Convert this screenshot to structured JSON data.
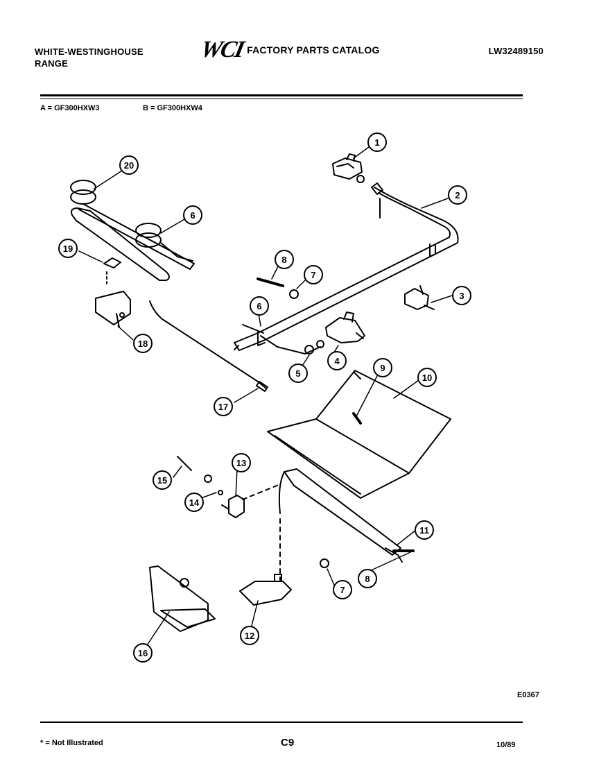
{
  "header": {
    "brand_line1": "WHITE-WESTINGHOUSE",
    "brand_line2": "RANGE",
    "logo": "WCI",
    "catalog_title": "FACTORY PARTS CATALOG",
    "catalog_number": "LW32489150"
  },
  "models": {
    "a": "A = GF300HXW3",
    "b": "B = GF300HXW4"
  },
  "callouts": [
    "1",
    "2",
    "3",
    "4",
    "5",
    "6",
    "7",
    "8",
    "9",
    "10",
    "11",
    "12",
    "13",
    "14",
    "15",
    "16",
    "17",
    "18",
    "19",
    "20",
    "6",
    "7",
    "8",
    "14"
  ],
  "footer": {
    "diagram_code": "E0367",
    "note": "* = Not Illustrated",
    "page": "C9",
    "date": "10/89"
  }
}
